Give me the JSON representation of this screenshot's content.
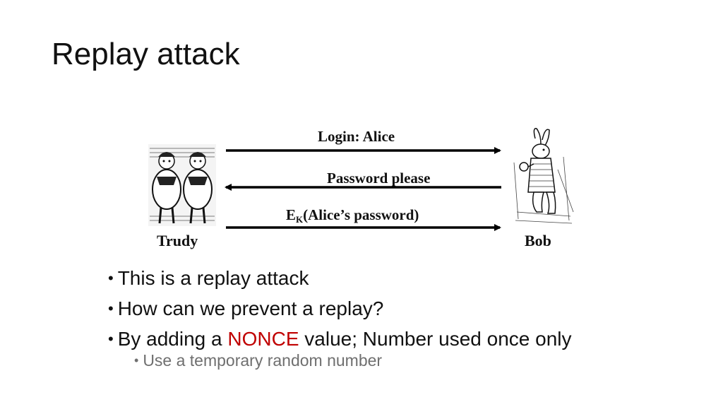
{
  "slide": {
    "title": "Replay attack"
  },
  "diagram": {
    "messages": [
      {
        "label": "Login: Alice",
        "direction": "right"
      },
      {
        "label": "Password please",
        "direction": "left"
      },
      {
        "label_main": "E",
        "label_sub": "K",
        "label_rest": "(Alice’s password)",
        "direction": "right"
      }
    ],
    "left_party": "Trudy",
    "right_party": "Bob"
  },
  "bullets": {
    "items": [
      "This is a replay attack",
      "How can we prevent a replay?"
    ],
    "item3_before": "By adding a ",
    "item3_highlight": "NONCE",
    "item3_after": " value; Number used once only",
    "sub_item": "Use a temporary random number"
  },
  "colors": {
    "highlight": "#c00000",
    "sub_text": "#6f6f6f"
  },
  "icons": {
    "left_illustration": "tweedledum-tweedledee-illustration",
    "right_illustration": "white-rabbit-illustration"
  }
}
